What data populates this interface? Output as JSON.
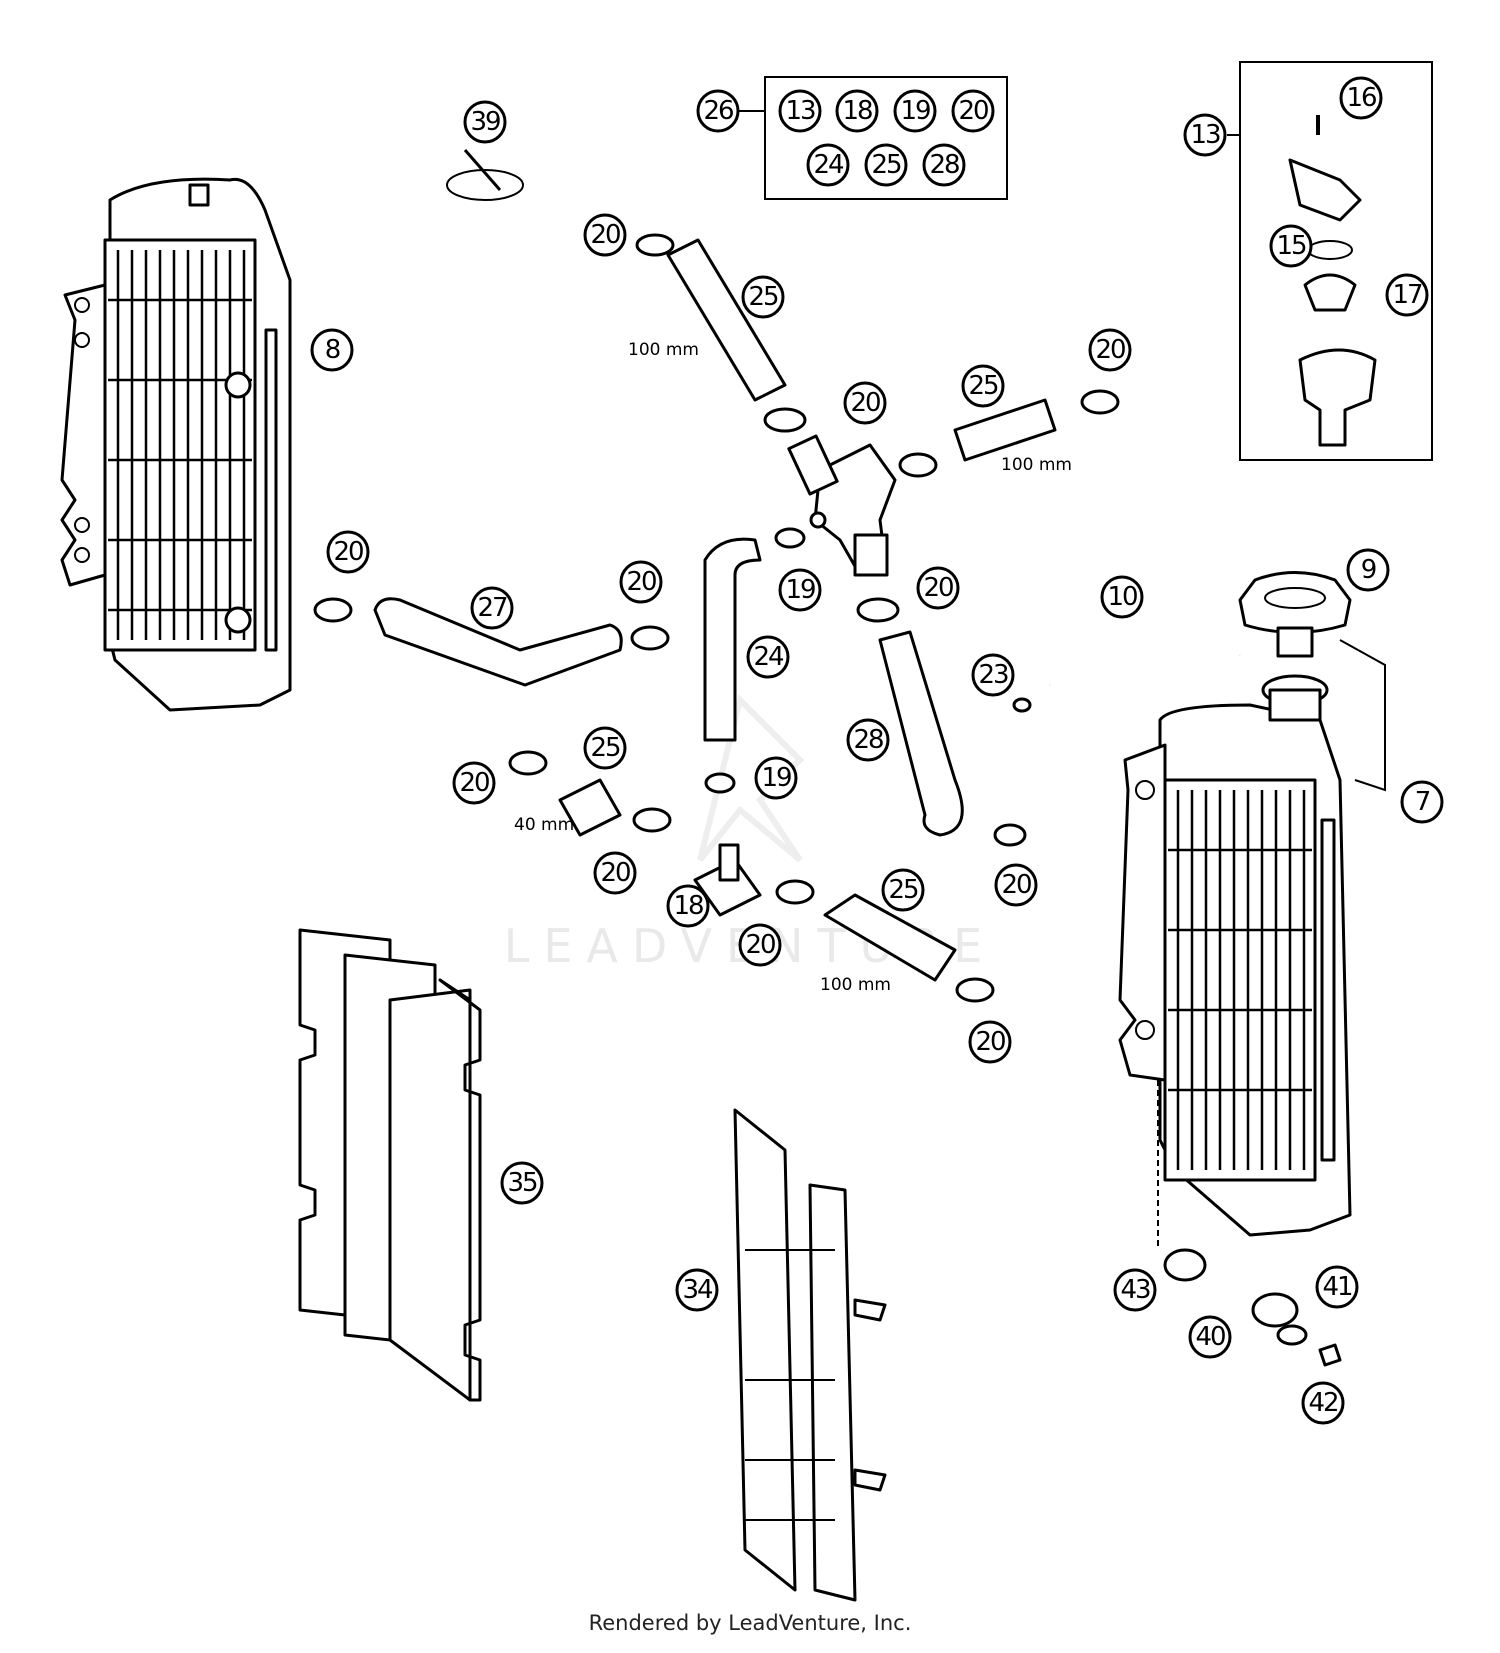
{
  "watermark": "LEADVENTURE",
  "footer": "Rendered by LeadVenture, Inc.",
  "dimensions": {
    "d1": "100 mm",
    "d2": "100 mm",
    "d3": "40 mm",
    "d4": "100 mm"
  },
  "kit_26": {
    "label": "26",
    "row1": [
      "13",
      "18",
      "19",
      "20"
    ],
    "row2": [
      "24",
      "25",
      "28"
    ]
  },
  "thermostat_13": {
    "label": "13",
    "items": [
      "16",
      "15",
      "17"
    ]
  },
  "callouts": {
    "c39": "39",
    "c8": "8",
    "c20a": "20",
    "c25a": "25",
    "c20b": "20",
    "c20c": "20",
    "c25b": "25",
    "c20d": "20",
    "c27": "27",
    "c20e": "20",
    "c19a": "19",
    "c20f": "20",
    "c10": "10",
    "c9": "9",
    "c24": "24",
    "c23": "23",
    "c28": "28",
    "c25c": "25",
    "c20g": "20",
    "c19b": "19",
    "c7": "7",
    "c20h": "20",
    "c18": "18",
    "c20i": "20",
    "c25d": "25",
    "c20j": "20",
    "c20k": "20",
    "c35": "35",
    "c34": "34",
    "c43": "43",
    "c41": "41",
    "c40": "40",
    "c42": "42"
  }
}
